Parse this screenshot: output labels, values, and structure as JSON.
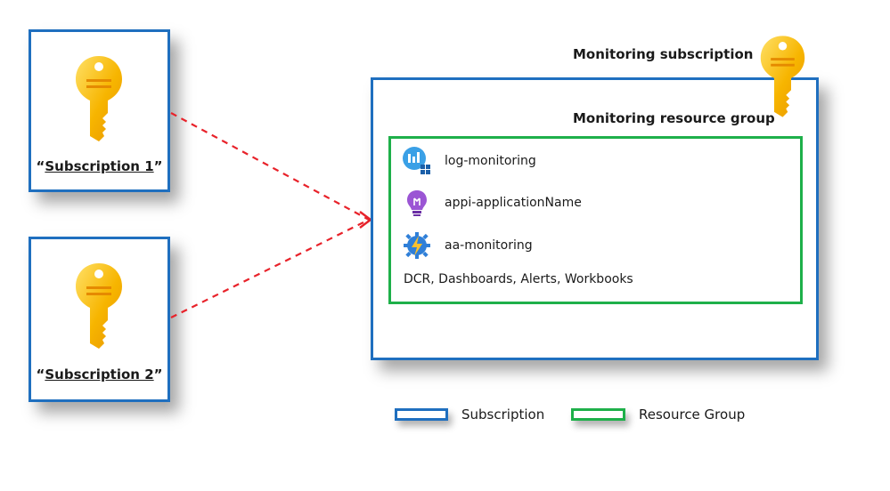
{
  "subscriptions": [
    {
      "quote_open": "“",
      "name": "Subscription 1",
      "quote_close": "”"
    },
    {
      "quote_open": "“",
      "name": "Subscription 2",
      "quote_close": "”"
    }
  ],
  "monitoring": {
    "subscription_title": "Monitoring subscription",
    "resource_group_title": "Monitoring resource group",
    "resources": [
      {
        "icon": "log-analytics-icon",
        "label": "log-monitoring"
      },
      {
        "icon": "application-insights-icon",
        "label": "appi-applicationName"
      },
      {
        "icon": "automation-account-icon",
        "label": "aa-monitoring"
      }
    ],
    "extras": "DCR, Dashboards, Alerts, Workbooks"
  },
  "legend": [
    {
      "label": "Subscription",
      "color": "#1f6fbf"
    },
    {
      "label": "Resource Group",
      "color": "#1eb04a"
    }
  ],
  "colors": {
    "subscription_border": "#1f6fbf",
    "resource_group_border": "#1eb04a",
    "arrow": "#e8222a",
    "key": "#f5b60f"
  }
}
